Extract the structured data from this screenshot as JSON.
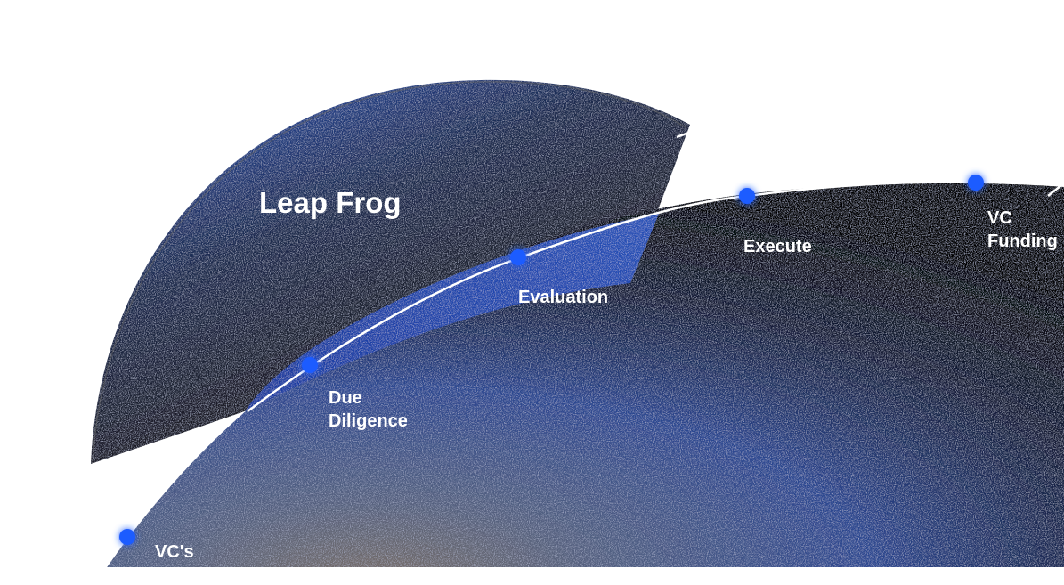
{
  "title": "Leap Frog",
  "milestones": [
    {
      "label": "VC's\nExpertise"
    },
    {
      "label": "Due\nDiligence"
    },
    {
      "label": "Evaluation"
    },
    {
      "label": "Execute"
    },
    {
      "label": "VC\nFunding"
    }
  ],
  "colors": {
    "background": "#ffffff",
    "dot": "#1f5bff",
    "dot_glow": "#5a8cff",
    "shape_blue": "#2a4a9a",
    "shape_dark": "#0a0a0c",
    "shape_grain": "#8a7a6a",
    "text": "#ffffff"
  }
}
